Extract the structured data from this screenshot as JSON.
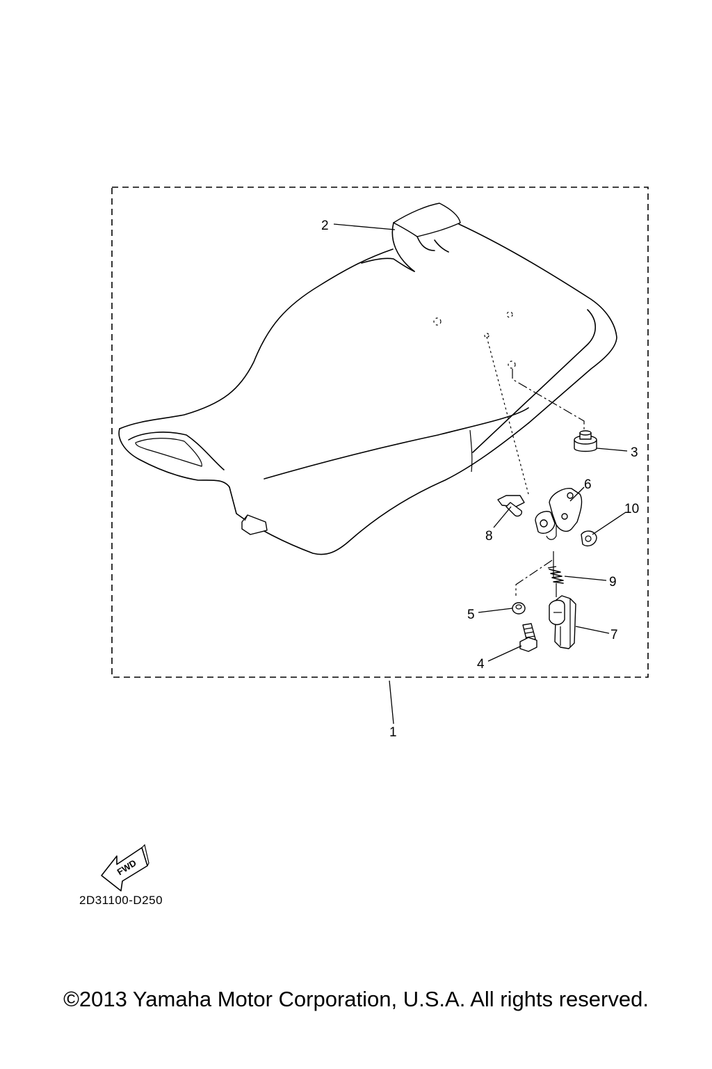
{
  "callouts": {
    "c1": "1",
    "c2": "2",
    "c3": "3",
    "c4": "4",
    "c5": "5",
    "c6": "6",
    "c7": "7",
    "c8": "8",
    "c9": "9",
    "c10": "10"
  },
  "fwd_label": "FWD",
  "diagram_code": "2D31100-D250",
  "copyright": "©2013 Yamaha Motor Corporation, U.S.A. All rights reserved."
}
